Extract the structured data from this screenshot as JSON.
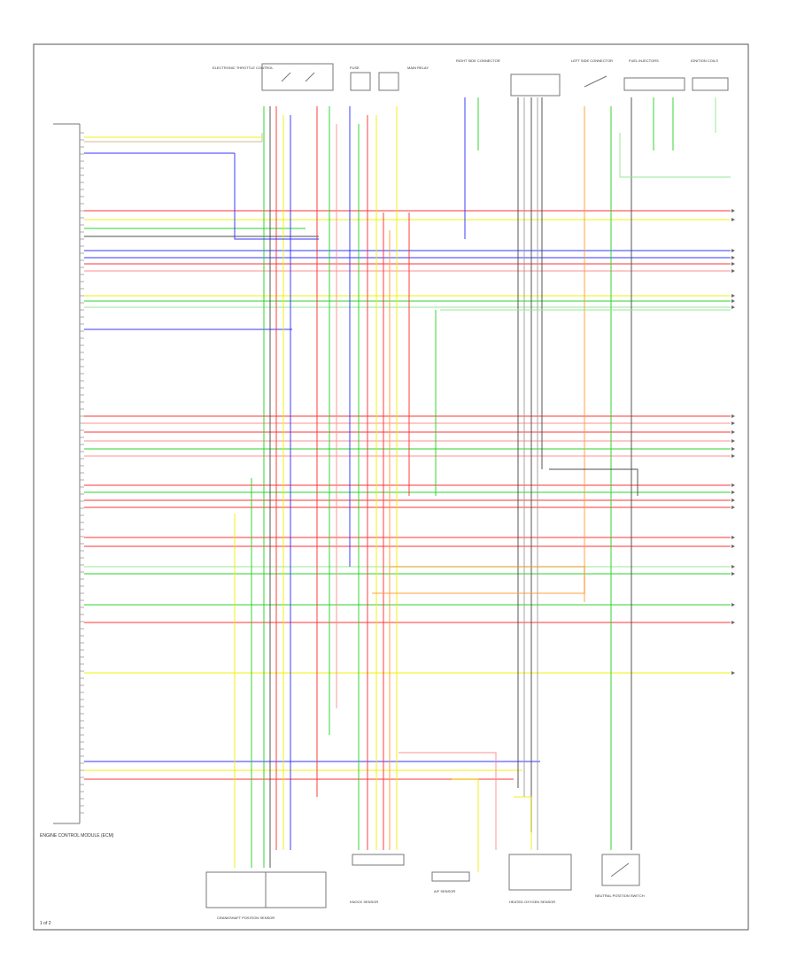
{
  "colors": {
    "red": "#ff2a2a",
    "pink": "#ff8a8a",
    "green": "#1fd01f",
    "lightgreen": "#8ee88e",
    "yellow": "#f0f000",
    "blue": "#2a2aff",
    "lightblue": "#8a8aff",
    "orange": "#ff9a33",
    "gray": "#9a9a9a",
    "darkgray": "#444444",
    "tan": "#d2b48c",
    "purple": "#a040a0"
  },
  "diagram": {
    "figure_number": "1 of 2",
    "main_component_label": "ENGINE CONTROL MODULE (ECM)",
    "bottom_labels": [
      "CRANKSHAFT POSITION SENSOR",
      "KNOCK SENSOR",
      "A/F SENSOR",
      "HEATED OXYGEN SENSOR",
      "NEUTRAL POSITION SWITCH"
    ],
    "top_labels": [
      "ELECTRONIC THROTTLE CONTROL",
      "FUSE",
      "MAIN RELAY",
      "RIGHT SIDE CONNECTOR",
      "LEFT SIDE CONNECTOR",
      "FUEL INJECTORS",
      "IGNITION COILS"
    ]
  }
}
